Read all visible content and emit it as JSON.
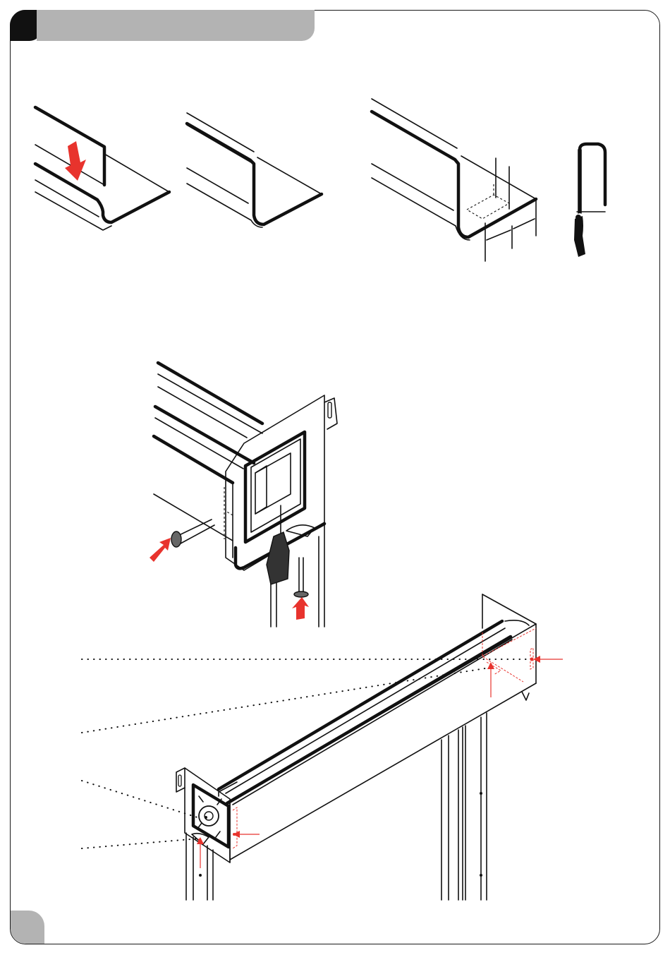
{
  "header": {
    "title": ""
  },
  "footer": {
    "page_number": ""
  },
  "colors": {
    "accent": "#e8332d",
    "header_grey": "#b3b3b3",
    "ink": "#111111"
  },
  "figures": [
    {
      "id": "step-1",
      "icon": "profile-insert-arrow"
    },
    {
      "id": "step-2",
      "icon": "profile-clean"
    },
    {
      "id": "step-3",
      "icon": "profile-cut-marks"
    },
    {
      "id": "tool",
      "icon": "hacksaw-icon"
    },
    {
      "id": "step-4",
      "icon": "bracket-screw-assembly"
    },
    {
      "id": "step-5",
      "icon": "mounted-blind-overview"
    }
  ]
}
